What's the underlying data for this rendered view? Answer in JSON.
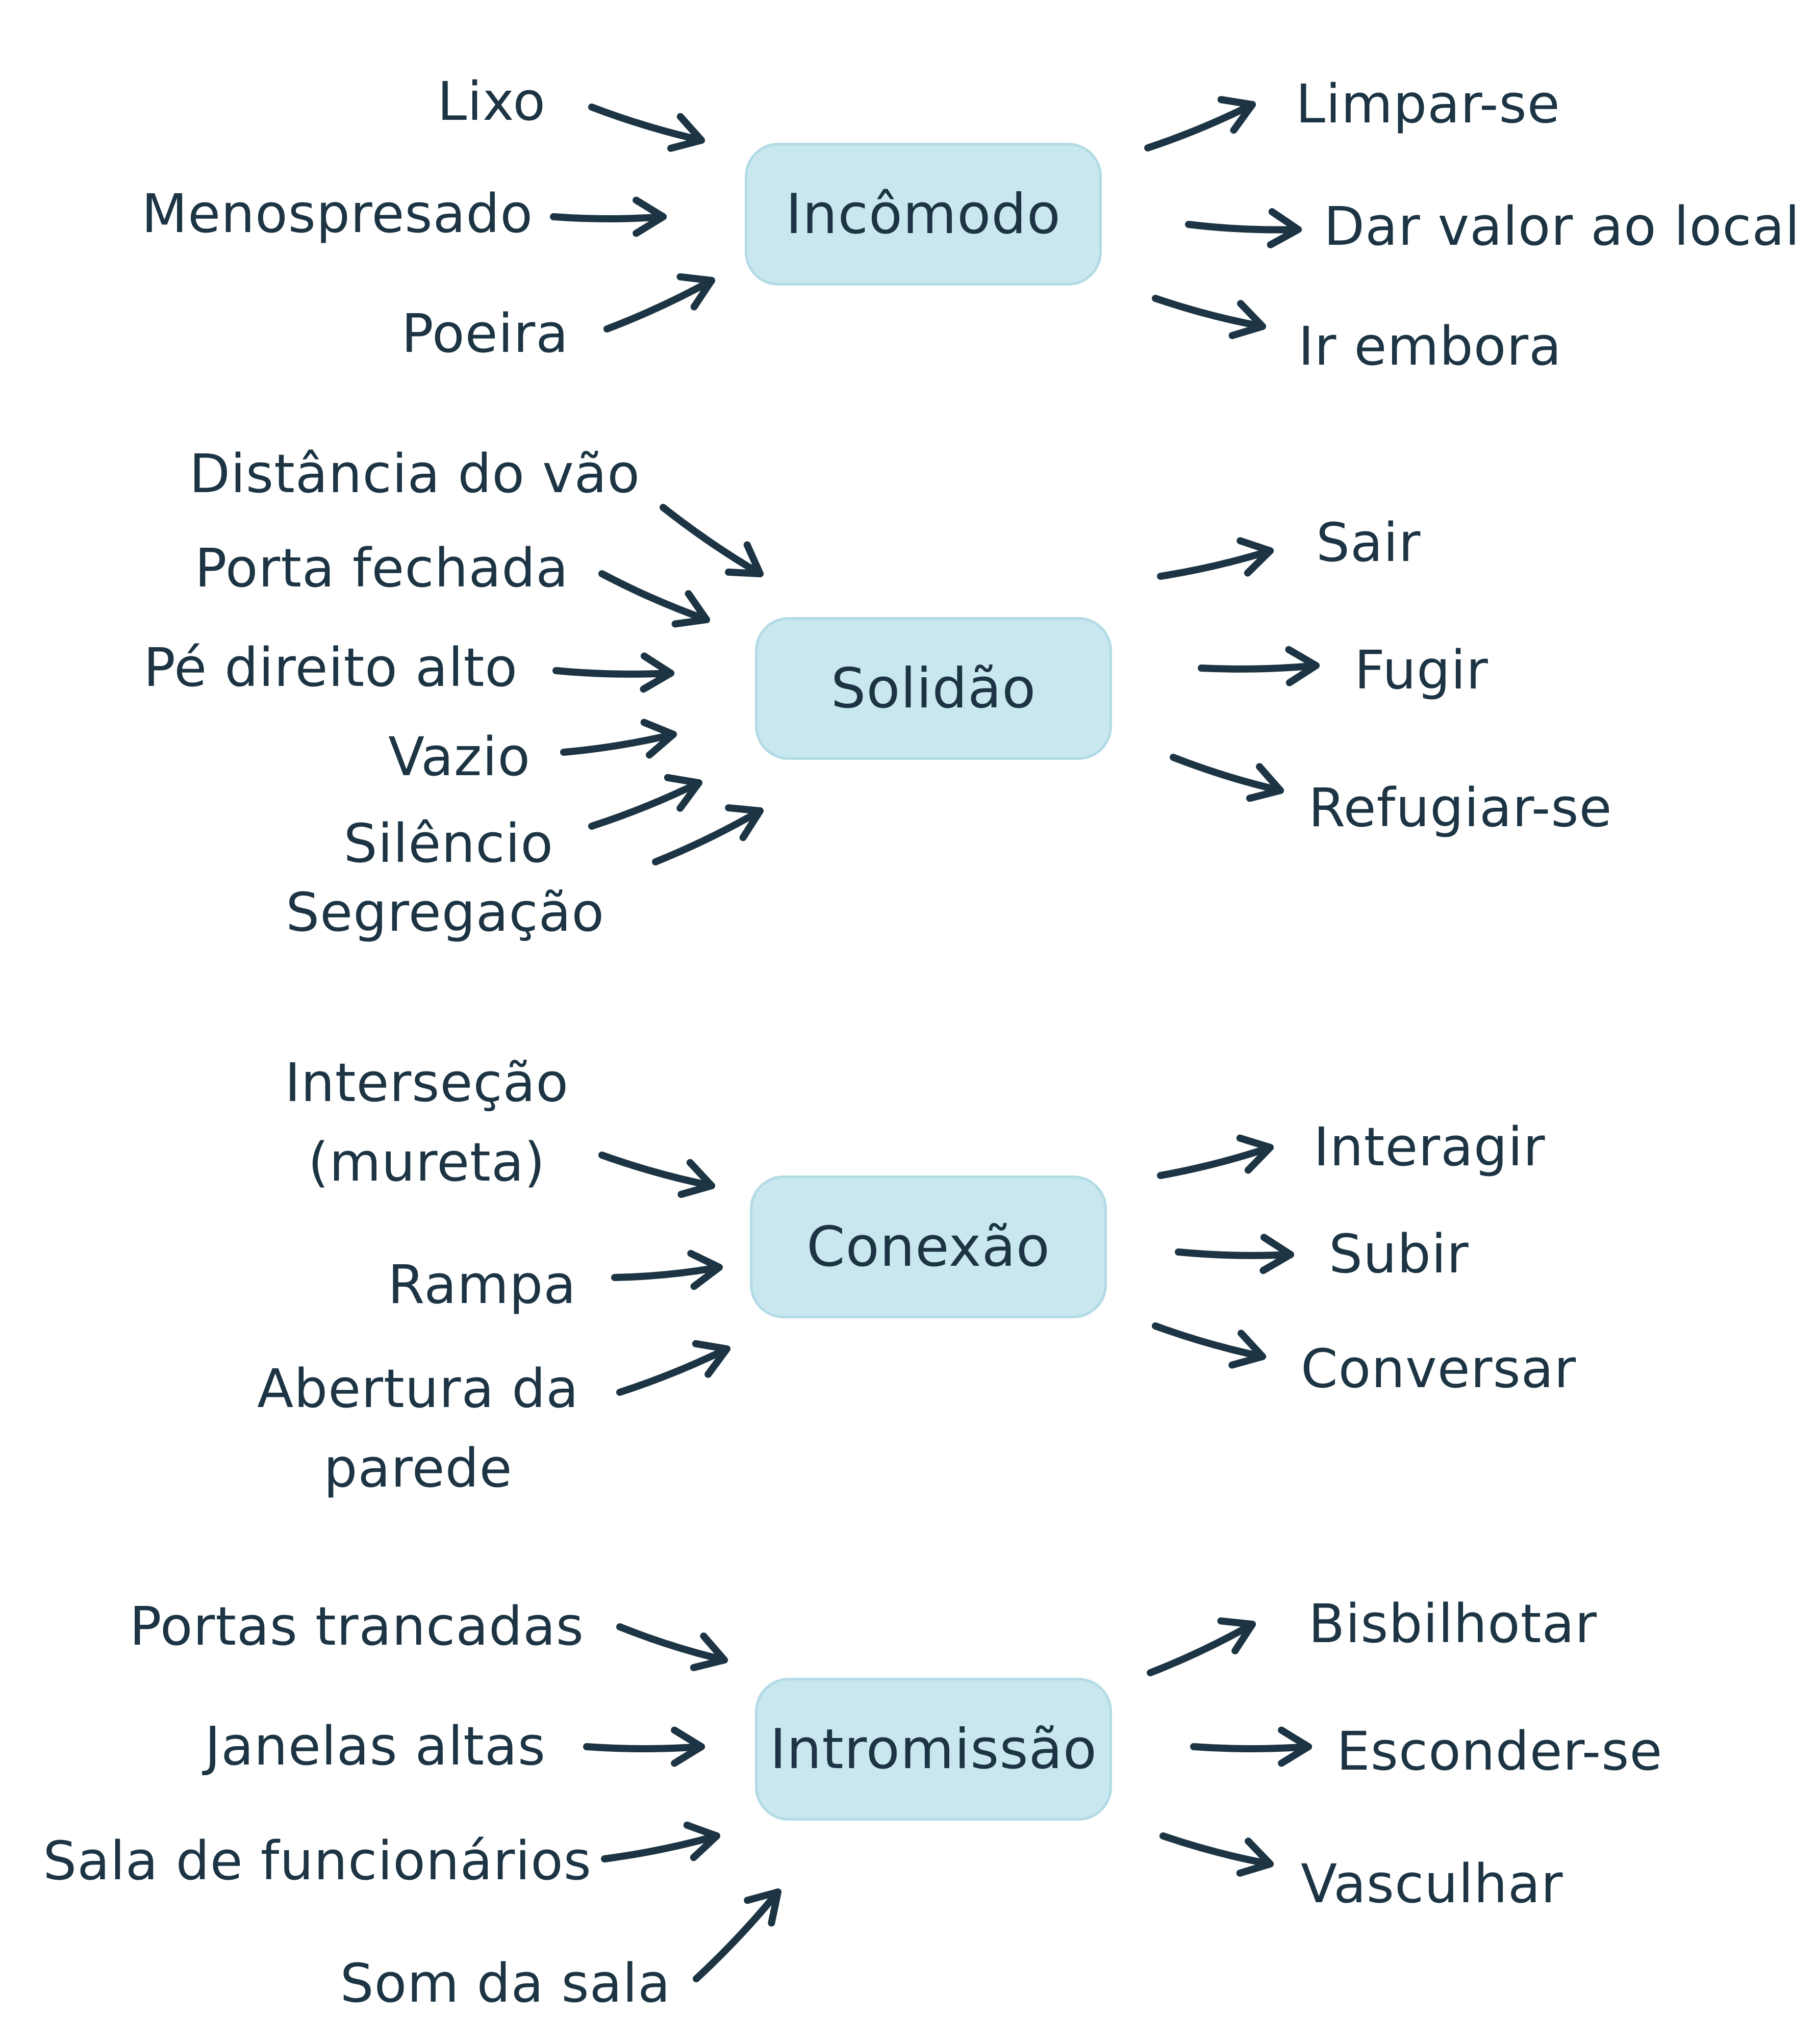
{
  "colors": {
    "text": "#1c3443",
    "arrow": "#1c3443",
    "node_fill": "#c8e7ee",
    "node_border": "#b2dbe5"
  },
  "groups": [
    {
      "center": "Incômodo",
      "causes": [
        "Lixo",
        "Menospresado",
        "Poeira"
      ],
      "effects": [
        "Limpar-se",
        "Dar valor ao local",
        "Ir embora"
      ]
    },
    {
      "center": "Solidão",
      "causes": [
        "Distância do vão",
        "Porta fechada",
        "Pé direito alto",
        "Vazio",
        "Silêncio",
        "Segregação"
      ],
      "effects": [
        "Sair",
        "Fugir",
        "Refugiar-se"
      ]
    },
    {
      "center": "Conexão",
      "causes": [
        "Interseção\n(mureta)",
        "Rampa",
        "Abertura da\nparede"
      ],
      "effects": [
        "Interagir",
        "Subir",
        "Conversar"
      ]
    },
    {
      "center": "Intromissão",
      "causes": [
        "Portas trancadas",
        "Janelas altas",
        "Sala de funcionários",
        "Som da sala"
      ],
      "effects": [
        "Bisbilhotar",
        "Esconder-se",
        "Vasculhar"
      ]
    }
  ]
}
